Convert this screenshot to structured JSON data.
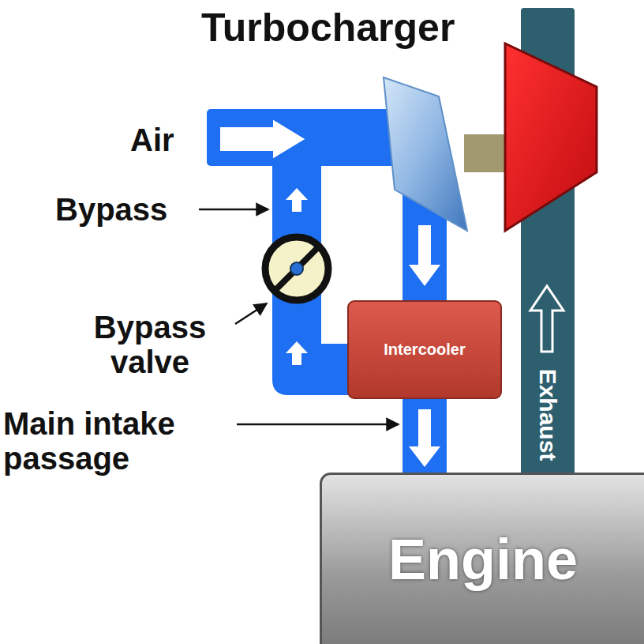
{
  "diagram": {
    "nodes": [
      {
        "text": [
          "Intercooler"
        ]
      },
      {
        "text": [
          "Exhaust"
        ]
      },
      {
        "text": [
          "Engine"
        ]
      }
    ],
    "edges": [
      {
        "from": 0,
        "to": 2,
        "arrow": "to"
      }
    ],
    "labels": [
      "Turbocharger",
      "Air",
      "Bypass",
      "Bypass valve",
      "Main intake passage"
    ]
  }
}
